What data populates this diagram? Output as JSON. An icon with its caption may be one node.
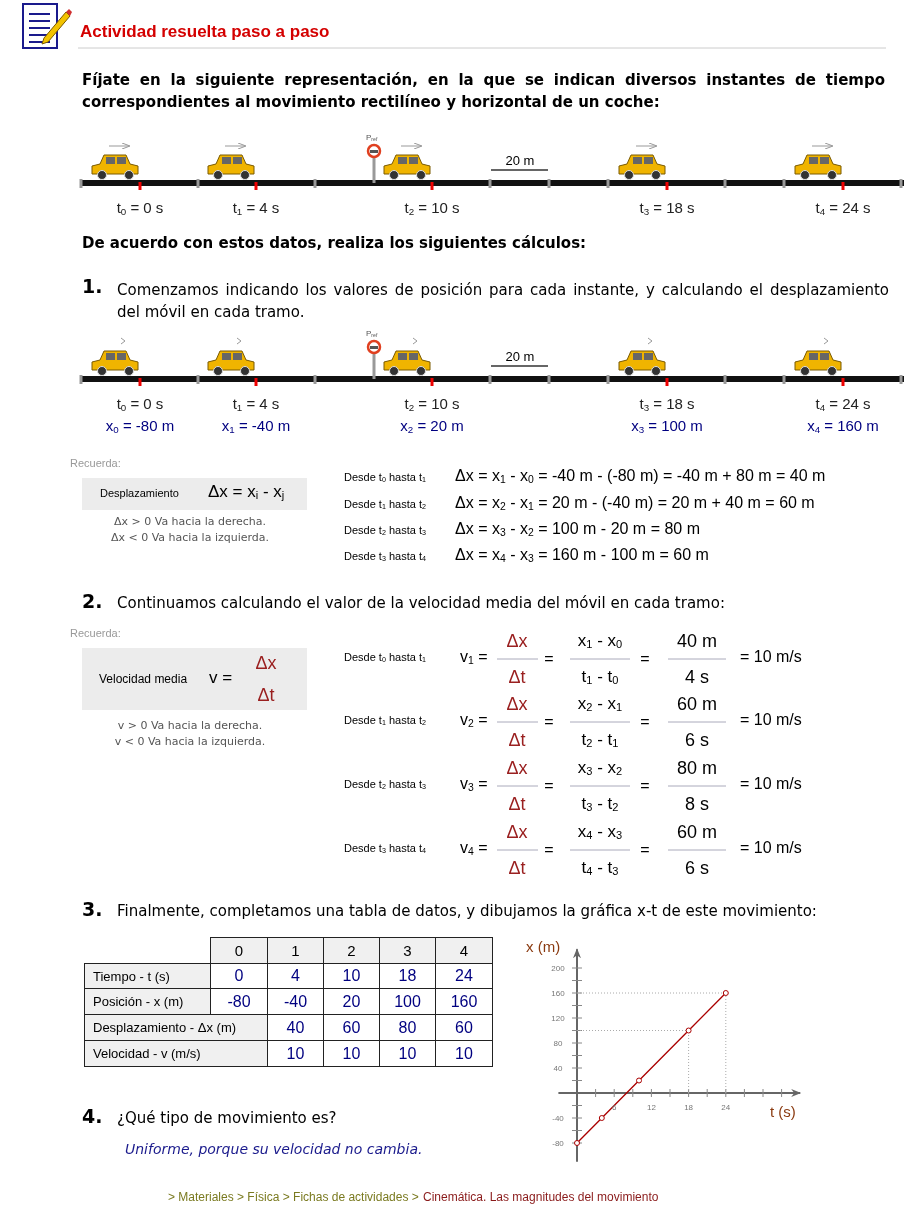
{
  "diagram": {
    "title": "Actividad resuelta paso a paso",
    "nodes": [
      {
        "text": [
          "Desplazamiento",
          "Δx = x$_{i}$ - x$_{j}$"
        ],
        "beside": [
          "Δx > 0   Va hacia la derecha.",
          "Δx < 0   Va hacia la izquierda."
        ]
      },
      {
        "text": [
          "Velocidad media",
          "v =",
          "Δx",
          "Δt"
        ],
        "beside": [
          "v > 0   Va hacia la derecha.",
          "v < 0   Va hacia la izquierda."
        ]
      }
    ],
    "labels": [
      "Fíjate en la siguiente representación, en la que se indican diversos instantes de tiempo correspondientes al movimiento rectilíneo y horizontal de un coche:",
      "P$_{ref}$",
      "20 m",
      "t$_{0}$ = 0 s",
      "t$_{1}$ = 4 s",
      "t$_{2}$ = 10 s",
      "t$_{3}$ = 18 s",
      "t$_{4}$ = 24 s",
      "De acuerdo con estos datos, realiza los siguientes cálculos:",
      "1.",
      "Comenzamos indicando los valores de posición para cada instante, y calculando el desplazamiento del móvil en cada tramo.",
      "P$_{ref}$",
      "20 m",
      "t$_{0}$ = 0 s",
      "t$_{1}$ = 4 s",
      "t$_{2}$ = 10 s",
      "t$_{3}$ = 18 s",
      "t$_{4}$ = 24 s",
      "x$_{0}$ = -80 m",
      "x$_{1}$ = -40 m",
      "x$_{2}$ = 20 m",
      "x$_{3}$ = 100 m",
      "x$_{4}$ = 160 m",
      "Recuerda:",
      "Desde t$_{0}$ hasta t$_{1}$",
      "Δx = x$_{1}$ - x$_{0}$ = -40 m - (-80 m) = -40 m + 80 m = 40 m",
      "Desde t$_{1}$ hasta t$_{2}$",
      "Δx = x$_{2}$ - x$_{1}$ = 20 m - (-40 m) = 20 m + 40 m = 60 m",
      "Desde t$_{2}$ hasta t$_{3}$",
      "Δx = x$_{3}$ - x$_{2}$ = 100 m - 20 m = 80 m",
      "Desde t$_{3}$ hasta t$_{4}$",
      "Δx = x$_{4}$ - x$_{3}$ = 160 m - 100 m = 60 m",
      "2.",
      "Continuamos calculando el valor de la velocidad media del móvil en cada tramo:",
      "Recuerda:",
      "Desde t$_{0}$ hasta t$_{1}$",
      "v$_{1}$ =",
      "Δx",
      "Δt",
      "=",
      "x$_{1}$ - x$_{0}$",
      "t$_{1}$ - t$_{0}$",
      "=",
      "40 m",
      "4 s",
      "= 10 m/s",
      "Desde t$_{1}$ hasta t$_{2}$",
      "v$_{2}$ =",
      "Δx",
      "Δt",
      "=",
      "x$_{2}$ - x$_{1}$",
      "t$_{2}$ - t$_{1}$",
      "=",
      "60 m",
      "6 s",
      "= 10 m/s",
      "Desde t$_{2}$ hasta t$_{3}$",
      "v$_{3}$ =",
      "Δx",
      "Δt",
      "=",
      "x$_{3}$ - x$_{2}$",
      "t$_{3}$ - t$_{2}$",
      "=",
      "80 m",
      "8 s",
      "= 10 m/s",
      "Desde t$_{3}$ hasta t$_{4}$",
      "v$_{4}$ =",
      "Δx",
      "Δt",
      "=",
      "x$_{4}$ - x$_{3}$",
      "t$_{4}$ - t$_{3}$",
      "=",
      "60 m",
      "6 s",
      "= 10 m/s",
      "3.",
      "Finalmente, completamos una tabla de datos, y dibujamos la gráfica x-t de este movimiento:",
      "0",
      "1",
      "2",
      "3",
      "4",
      "Tiempo  -  t (s)",
      "0",
      "4",
      "10",
      "18",
      "24",
      "Posición   -   x (m)",
      "-80",
      "-40",
      "20",
      "100",
      "160",
      "Desplazamiento - Δx (m)",
      "40",
      "60",
      "80",
      "60",
      "Velocidad   -   v (m/s)",
      "10",
      "10",
      "10",
      "10",
      "4.",
      "¿Qué tipo de movimiento es?",
      "Uniforme, porque su velocidad no cambia.",
      "> Materiales > Física > Fichas de actividades >",
      "Cinemática. Las magnitudes del movimiento"
    ],
    "chart_data": {
      "type": "line",
      "xlabel": "t (s)",
      "ylabel": "x (m)",
      "x": [
        0,
        4,
        10,
        18,
        24
      ],
      "series": [
        {
          "color": "#aa0000",
          "marker": "circle",
          "values": [
            -80,
            -40,
            20,
            100,
            160
          ]
        }
      ],
      "ref_lines": [
        {
          "axis": "y",
          "value": 100
        },
        {
          "axis": "x",
          "value": 18
        },
        {
          "axis": "y",
          "value": 160
        },
        {
          "axis": "x",
          "value": 24
        }
      ],
      "xticks": [
        6,
        12,
        18,
        24
      ],
      "yticks": [
        -80,
        -40,
        40,
        80,
        120,
        160,
        200
      ],
      "xlim": [
        -3,
        36
      ],
      "ylim": [
        -110,
        230
      ]
    }
  }
}
